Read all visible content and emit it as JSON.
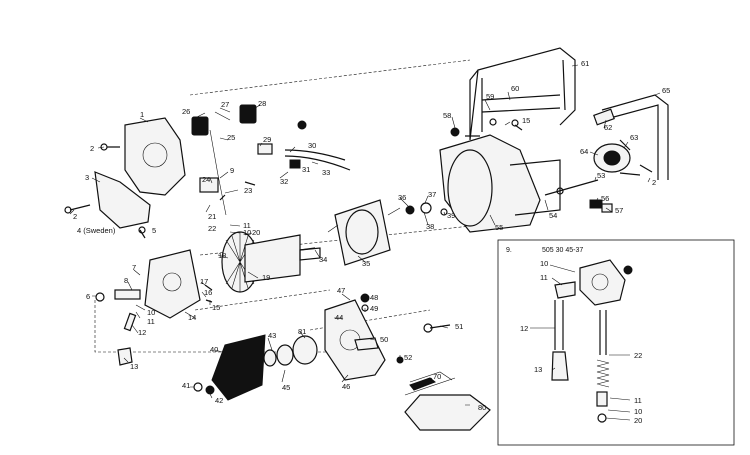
{
  "inset": {
    "index_label": "9.",
    "part_number": "505 30 45-37",
    "labels": [
      "10",
      "11",
      "12",
      "13",
      "22",
      "11",
      "10",
      "20"
    ]
  },
  "callouts": [
    "1",
    "2",
    "3",
    "2",
    "4 (Sweden)",
    "5",
    "26",
    "27",
    "28",
    "25",
    "29",
    "30",
    "31",
    "32",
    "33",
    "24",
    "9",
    "23",
    "21",
    "22",
    "11",
    "10",
    "20",
    "18",
    "34",
    "35",
    "36",
    "37",
    "38",
    "39",
    "7",
    "8",
    "6",
    "10",
    "11",
    "12",
    "13",
    "17",
    "16",
    "15",
    "14",
    "19",
    "47",
    "48",
    "49",
    "44",
    "50",
    "81",
    "43",
    "40",
    "45",
    "46",
    "41",
    "42",
    "51",
    "52",
    "70",
    "80",
    "58",
    "59",
    "60",
    "61",
    "15",
    "55",
    "54",
    "53",
    "56",
    "57",
    "65",
    "62",
    "63",
    "64",
    "2"
  ]
}
